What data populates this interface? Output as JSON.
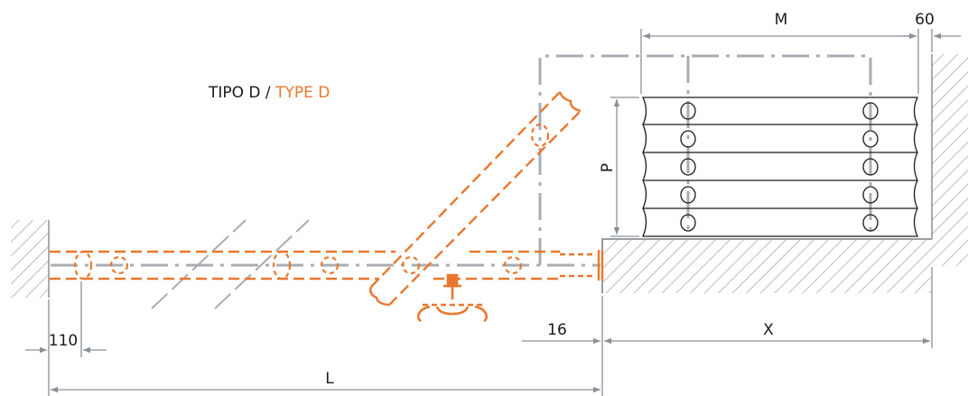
{
  "title": {
    "part1": "TIPO D / ",
    "part2": "TYPE D"
  },
  "dimensions": {
    "m": "M",
    "gap": "60",
    "p": "P",
    "x": "X",
    "l": "L",
    "offset_left": "110",
    "offset_16": "16"
  },
  "colors": {
    "accent": "#e9772e",
    "line": "#a8adb3",
    "dim": "#8a9096",
    "hatch": "#9a9a9a",
    "text": "#1a1a1a"
  }
}
